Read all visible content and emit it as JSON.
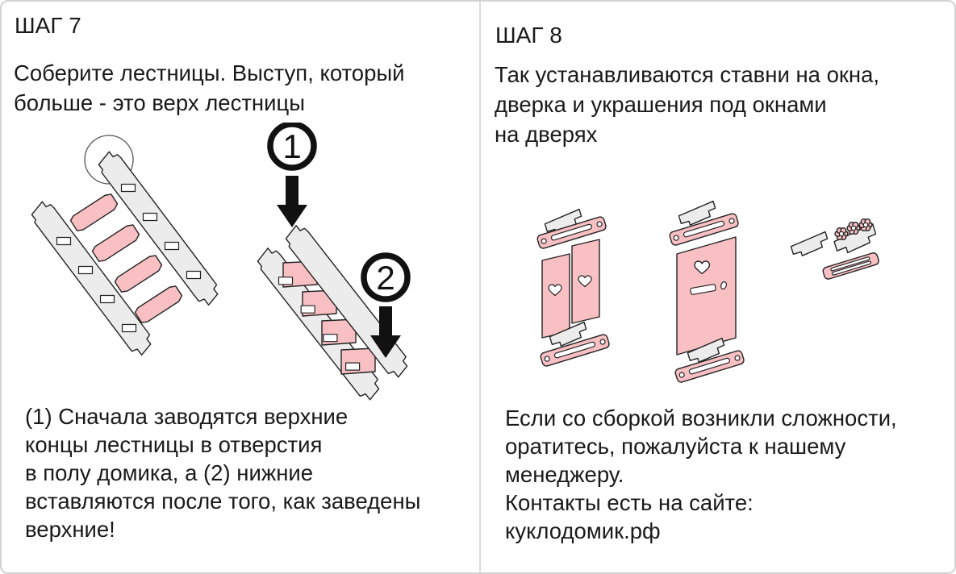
{
  "card": {
    "left_panel": {
      "title": "ШАГ 7",
      "intro": "Соберите лестницы. Выступ, который\nбольше  - это верх лестницы",
      "note": "(1) Сначала заводятся верхние\nконцы лестницы в отверстия\nв полу домика, а (2) нижние\nвставляются после того, как заведены\nверхние!",
      "markers": {
        "first": "1",
        "second": "2"
      }
    },
    "right_panel": {
      "title": "ШАГ 8",
      "intro": "Так устанавливаются ставни на окна,\nдверка и украшения под окнами\nна дверях",
      "note": "Если со сборкой возникли сложности,\nоратитесь, пожалуйста к нашему\nменеджеру.\nКонтакты есть на сайте:\nкуклодомик.рф"
    },
    "colors": {
      "part_pink": "#F9C0C4",
      "part_gray": "#ECECEC",
      "outline": "#232323",
      "text": "#1A1A1A",
      "frame": "#D3D3D3",
      "marker": "#111111"
    }
  }
}
